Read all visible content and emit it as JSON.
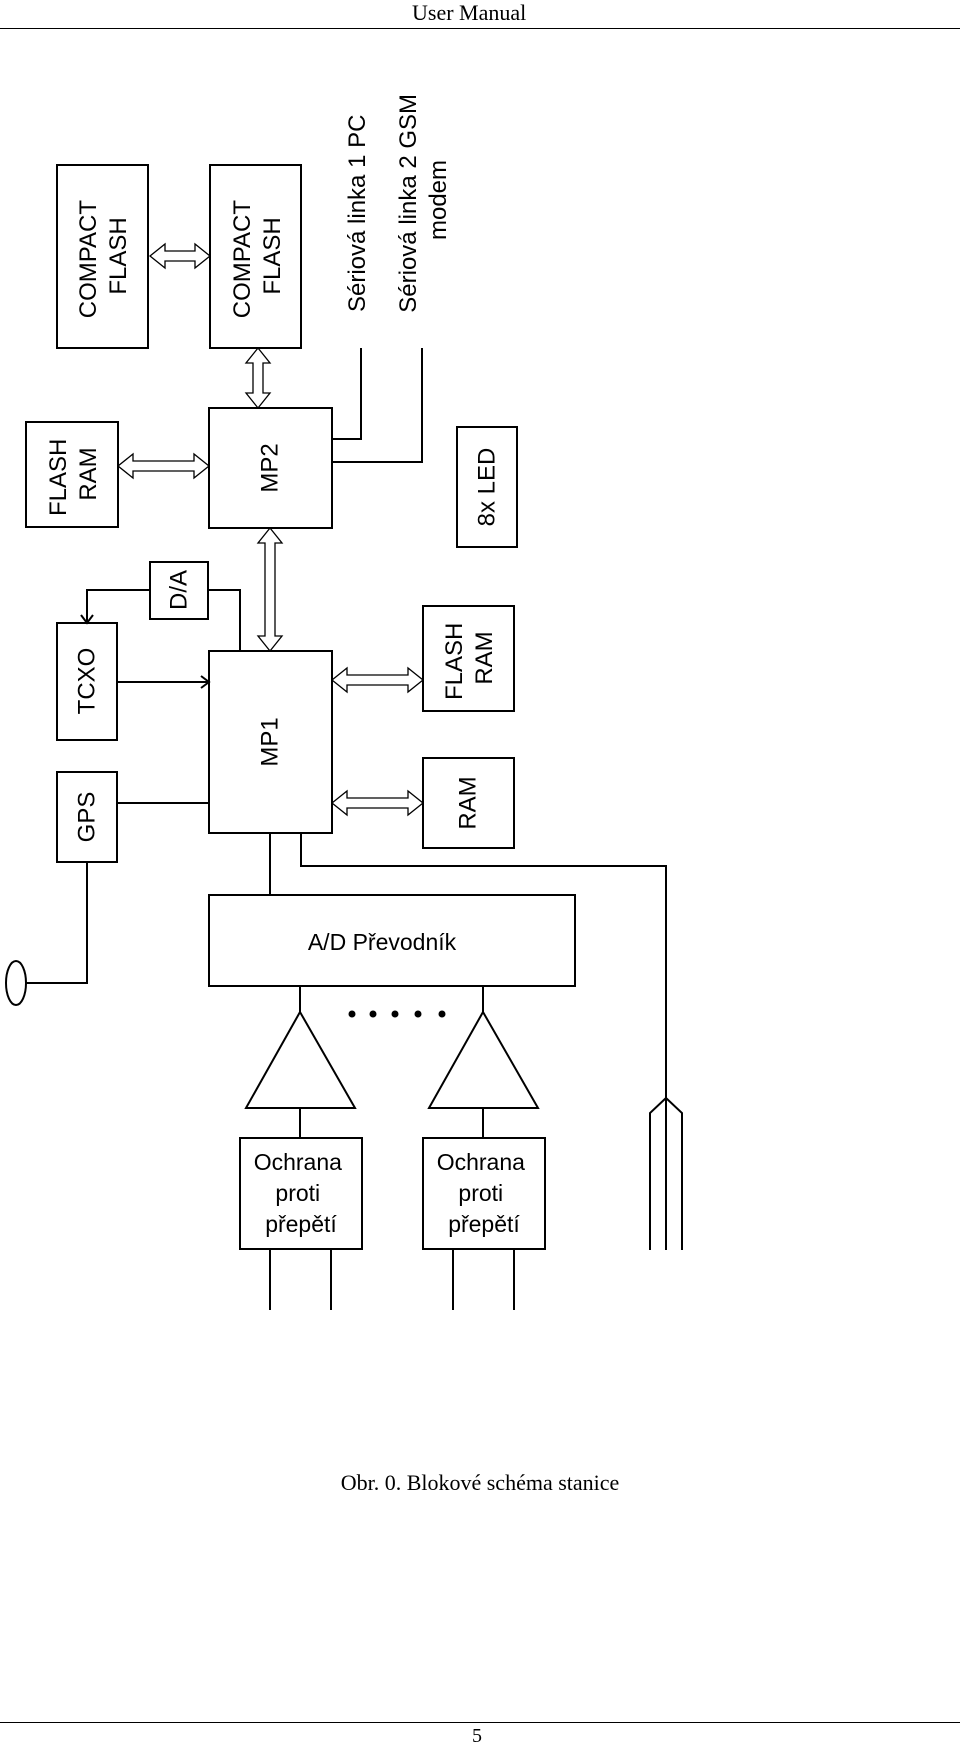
{
  "header": {
    "title": "User Manual"
  },
  "diagram": {
    "blocks": {
      "compact_flash_1": [
        "COMPACT",
        "FLASH"
      ],
      "compact_flash_2": [
        "COMPACT",
        "FLASH"
      ],
      "flash_ram_top": [
        "FLASH",
        "RAM"
      ],
      "mp2": "MP2",
      "led": "8x  LED",
      "da": "D/A",
      "tcxo": "TCXO",
      "gps": "GPS",
      "mp1": "MP1",
      "flash_ram_bottom": [
        "FLASH",
        "RAM"
      ],
      "ram": "RAM",
      "ad": "A/D Převodník",
      "protection_1": [
        "Ochrana",
        "proti",
        "přepětí"
      ],
      "protection_2": [
        "Ochrana",
        "proti",
        "přepětí"
      ]
    },
    "serial_1": "Sériová linka 1  PC",
    "serial_2": [
      "Sériová linka 2  GSM",
      "modem"
    ]
  },
  "caption": "Obr. 0. Blokové schéma stanice",
  "footer": {
    "page_number": "5"
  }
}
